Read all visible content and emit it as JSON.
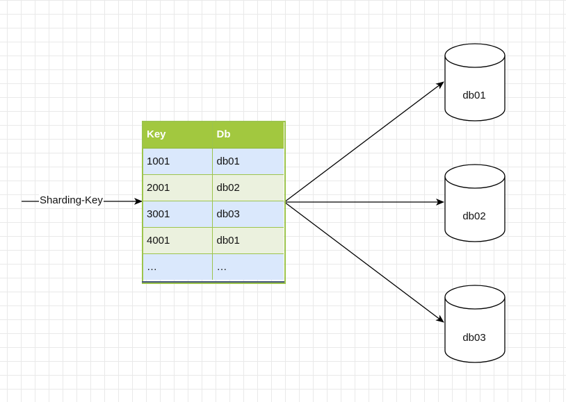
{
  "edge_label": "Sharding-Key",
  "table": {
    "headers": [
      "Key",
      "Db"
    ],
    "rows": [
      {
        "key": "1001",
        "db": "db01"
      },
      {
        "key": "2001",
        "db": "db02"
      },
      {
        "key": "3001",
        "db": "db03"
      },
      {
        "key": "4001",
        "db": "db01"
      },
      {
        "key": "…",
        "db": "…"
      }
    ]
  },
  "databases": [
    {
      "label": "db01"
    },
    {
      "label": "db02"
    },
    {
      "label": "db03"
    }
  ],
  "colors": {
    "header_fill": "#a2c83f",
    "row_blue": "#dae8fc",
    "row_green": "#ebf1de",
    "table_border": "#9cc44c",
    "line": "#000000"
  }
}
